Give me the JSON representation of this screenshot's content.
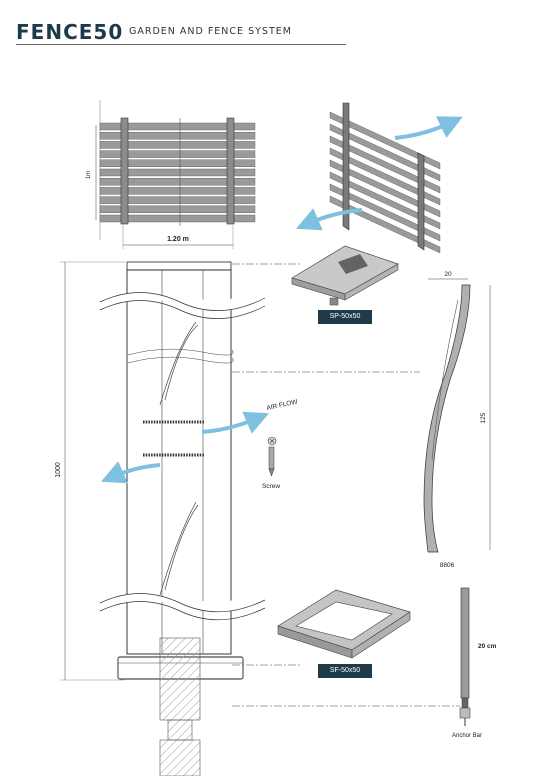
{
  "header": {
    "brand": "FENCE50",
    "tagline": "GARDEN AND FENCE SYSTEM"
  },
  "panel_dims": {
    "height_label": "1m",
    "width_label": "1.20 m"
  },
  "post": {
    "height_label": "1000",
    "airflow_label": "AIR FLOW",
    "screw_label": "Screw"
  },
  "cap": {
    "code": "SP-50x50"
  },
  "profile": {
    "width_label": "20",
    "height_label": "125",
    "code": "8806"
  },
  "base": {
    "code": "SF-50x50"
  },
  "anchor": {
    "length_label": "20 cm",
    "name": "Anchor Bar"
  },
  "colors": {
    "accent": "#1f3b4a",
    "arrow": "#7ec0df",
    "slat": "#9a9a9a"
  }
}
